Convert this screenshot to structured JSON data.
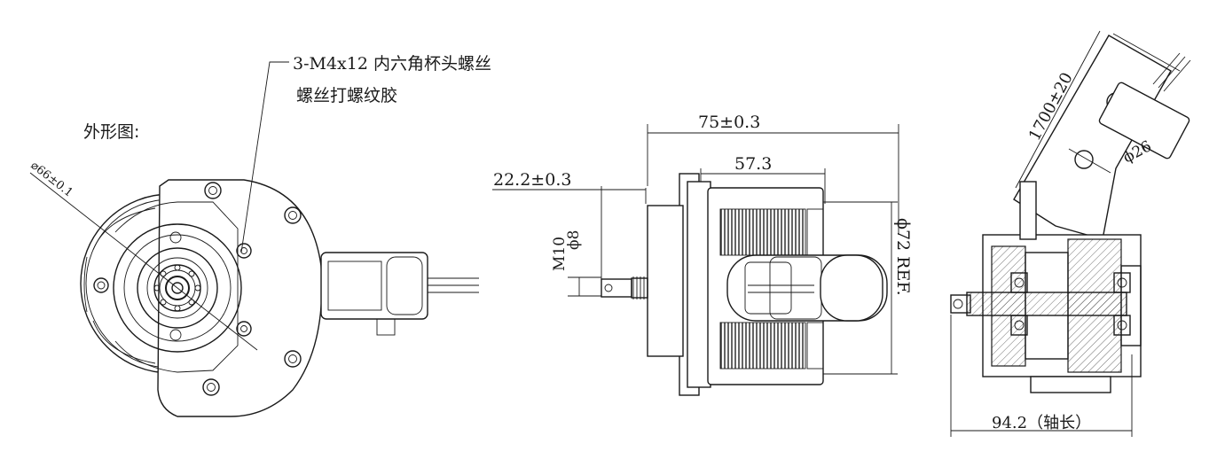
{
  "labels": {
    "screw_spec": "3-M4x12 内六角杯头螺丝",
    "thread_glue": "螺丝打螺纹胶",
    "outline_title": "外形图:",
    "diameter_66": "⌀66±0.1",
    "dim_75": "75±0.3",
    "dim_57_3": "57.3",
    "dim_22_2": "22.2±0.3",
    "dim_m10": "M10",
    "dim_phi8": "ϕ8",
    "dim_phi72": "ϕ72 REF.",
    "dim_1700": "1700±20",
    "dim_phi26": "ϕ26",
    "dim_94_2": "94.2（轴长）"
  }
}
